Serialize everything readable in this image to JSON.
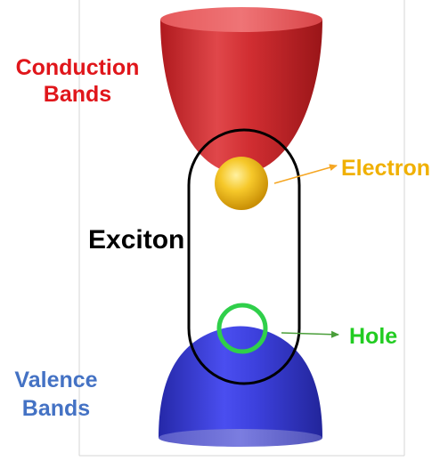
{
  "labels": {
    "conduction_line1": "Conduction",
    "conduction_line2": "Bands",
    "valence_line1": "Valence",
    "valence_line2": "Bands",
    "exciton": "Exciton",
    "electron": "Electron",
    "hole": "Hole"
  },
  "colors": {
    "conduction_text": "#e0161b",
    "valence_text": "#4472c4",
    "exciton_text": "#000000",
    "electron_text": "#f0b000",
    "hole_text": "#22cc22",
    "conduction_band": "#cf2b2e",
    "valence_band": "#3b3fd8",
    "electron_particle": "#f2c21f",
    "hole_ring": "#2fcf4a",
    "electron_arrow": "#f5a623",
    "hole_arrow": "#4a9e3a",
    "exciton_outline": "#000000",
    "frame_border": "#d0d0d0"
  },
  "icons": {
    "conduction_band": "red-paraboloid-cup",
    "valence_band": "blue-dome",
    "electron": "yellow-sphere",
    "hole": "green-ring",
    "exciton": "black-stadium-outline"
  }
}
